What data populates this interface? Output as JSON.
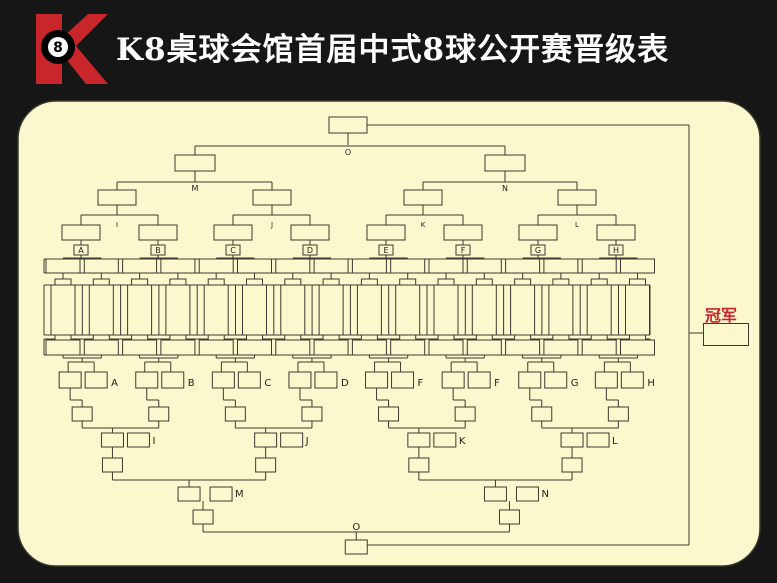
{
  "title": "K8桌球会馆首届中式8球公开赛晋级表",
  "logo": {
    "letter": "K",
    "ball_number": "8",
    "colors": {
      "red": "#c8262b",
      "black": "#000000",
      "white": "#ffffff"
    }
  },
  "champion_label": "冠军",
  "colors": {
    "board_fill": "#fcf8ce",
    "board_stroke": "#3a3a30",
    "line": "#3a3a30",
    "background": "#161616"
  },
  "upper": {
    "final_label": "O",
    "semi_labels": [
      "M",
      "N"
    ],
    "quarter_labels": [
      "I",
      "J",
      "K",
      "L"
    ],
    "group_labels": [
      "A",
      "B",
      "C",
      "D",
      "E",
      "F",
      "G",
      "H"
    ]
  },
  "lower": {
    "group_labels": [
      "A",
      "B",
      "C",
      "D",
      "F",
      "F",
      "G",
      "H"
    ],
    "quarter_labels": [
      "I",
      "J",
      "K",
      "L"
    ],
    "semi_labels": [
      "M",
      "N"
    ],
    "final_label": "O"
  }
}
